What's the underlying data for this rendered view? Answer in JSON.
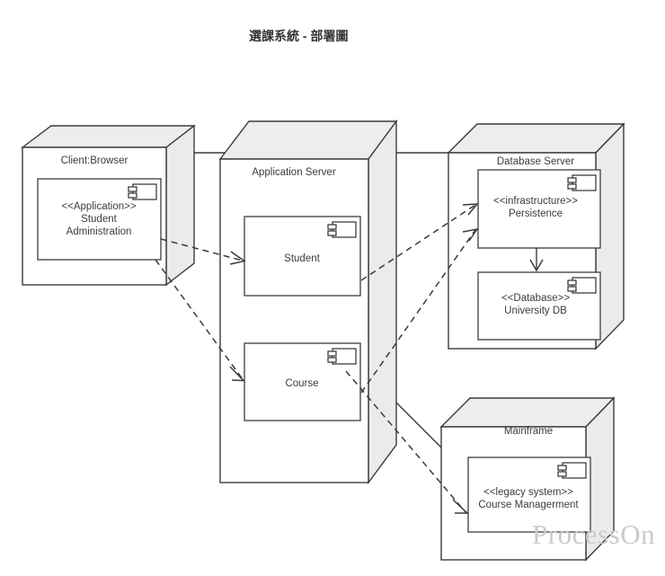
{
  "title": "選課系統 - 部署圖",
  "watermark": "ProcessOn",
  "colors": {
    "stroke": "#3b3b3b",
    "node_top_fill": "#ededed",
    "node_side_fill": "#ebebeb",
    "node_face_fill": "#ffffff",
    "text": "#3c3c3c",
    "watermark": "#cfc9c5"
  },
  "nodes": [
    {
      "id": "client-browser",
      "label": "Client:Browser",
      "components": [
        {
          "id": "student-administration",
          "stereotype": "<<Application>>",
          "name_line1": "Student",
          "name_line2": "Administration",
          "icon": "component-icon"
        }
      ]
    },
    {
      "id": "application-server",
      "label": "Application Server",
      "components": [
        {
          "id": "student",
          "stereotype": "",
          "name_line1": "Student",
          "name_line2": "",
          "icon": "component-icon"
        },
        {
          "id": "course",
          "stereotype": "",
          "name_line1": "Course",
          "name_line2": "",
          "icon": "component-icon"
        }
      ]
    },
    {
      "id": "database-server",
      "label": "Database Server",
      "components": [
        {
          "id": "persistence",
          "stereotype": "<<infrastructure>>",
          "name_line1": "Persistence",
          "name_line2": "",
          "icon": "component-icon"
        },
        {
          "id": "university-db",
          "stereotype": "<<Database>>",
          "name_line1": "University DB",
          "name_line2": "",
          "icon": "component-icon"
        }
      ]
    },
    {
      "id": "mainframe",
      "label": "Mainframe",
      "components": [
        {
          "id": "course-management",
          "stereotype": "<<legacy system>>",
          "name_line1": "Course Managerment",
          "name_line2": "",
          "icon": "component-icon"
        }
      ]
    }
  ],
  "connections": [
    {
      "id": "client-to-appserver",
      "style": "solid",
      "from": "client-browser",
      "to": "application-server",
      "arrow": "none"
    },
    {
      "id": "appserver-to-dbserver",
      "style": "solid",
      "from": "application-server",
      "to": "database-server",
      "arrow": "none"
    },
    {
      "id": "appserver-to-mainframe",
      "style": "solid",
      "from": "application-server",
      "to": "mainframe",
      "arrow": "none"
    },
    {
      "id": "studentadmin-to-student",
      "style": "dashed",
      "from": "student-administration",
      "to": "student",
      "arrow": "open"
    },
    {
      "id": "studentadmin-to-course",
      "style": "dashed",
      "from": "student-administration",
      "to": "course",
      "arrow": "open"
    },
    {
      "id": "student-to-persistence",
      "style": "dashed",
      "from": "student",
      "to": "persistence",
      "arrow": "open"
    },
    {
      "id": "course-to-persistence",
      "style": "dashed",
      "from": "course",
      "to": "persistence",
      "arrow": "open"
    },
    {
      "id": "course-to-course-management",
      "style": "dashed",
      "from": "course",
      "to": "course-management",
      "arrow": "open"
    },
    {
      "id": "persistence-to-university-db",
      "style": "solid",
      "from": "persistence",
      "to": "university-db",
      "arrow": "open"
    }
  ]
}
